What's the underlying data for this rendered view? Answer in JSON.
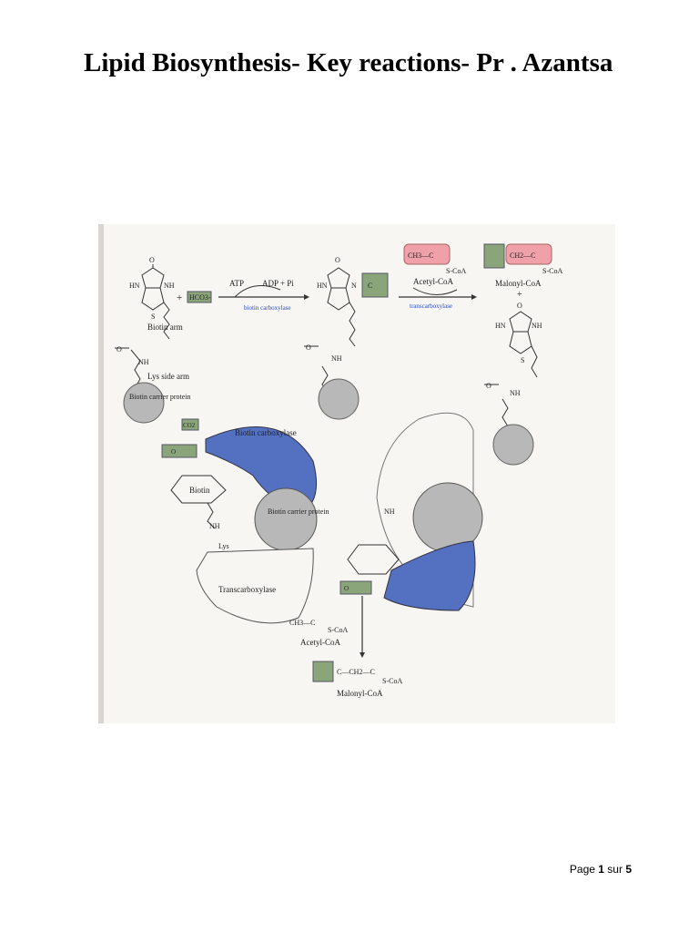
{
  "document": {
    "title": "Lipid Biosynthesis- Key reactions- Pr . Azantsa"
  },
  "figure": {
    "labels": {
      "atp": "ATP",
      "adp_pi": "ADP + Pi",
      "biotin_carboxylase_enzyme": "biotin carboxylase",
      "transcarboxylase_enzyme": "transcarboxylase",
      "hco3": "HCO3-",
      "acetyl_coa_top": "Acetyl-CoA",
      "malonyl_coa_top": "Malonyl-CoA",
      "ch3_c": "CH3—C",
      "ch2_c": "CH2—C",
      "s_coa": "S-CoA",
      "hn": "HN",
      "nh": "NH",
      "s": "S",
      "o": "O",
      "n": "N",
      "c": "C",
      "plus": "+",
      "biotin_arm": "Biotin arm",
      "lys_side_arm": "Lys side arm",
      "biotin_carrier_protein": "Biotin carrier protein",
      "co2": "CO2",
      "biotin_carboxylase_domain": "Biotin carboxylase",
      "biotin": "Biotin",
      "lys": "Lys",
      "transcarboxylase_domain": "Transcarboxylase",
      "acetyl_coa_bottom": "Acetyl-CoA",
      "ch3_c_s_coa": "CH3—C",
      "malonyl_chain": "C—CH2—C",
      "malonyl_coa_bottom": "Malonyl-CoA"
    },
    "colors": {
      "carboxyl_highlight": "#8aa57a",
      "acetyl_highlight": "#f0a0a8",
      "enzyme_blue": "#5470c0",
      "carrier_gray": "#b8b8b8"
    }
  },
  "footer": {
    "page_word": "Page",
    "page_num": "1",
    "sur": "sur",
    "total": "5"
  }
}
